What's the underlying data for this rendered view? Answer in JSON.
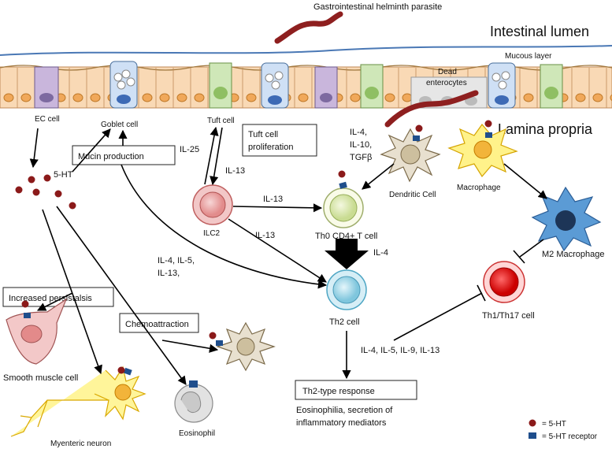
{
  "title": "",
  "regions": {
    "lumen": "Intestinal lumen",
    "mucous": "Mucous layer",
    "lamina": "Lamina propria"
  },
  "parasite_label": "Gastrointestinal helminth parasite",
  "dead_enterocytes": [
    "Dead",
    "enterocytes"
  ],
  "cells": {
    "ec_cell": "EC cell",
    "goblet": "Goblet cell",
    "tuft": "Tuft cell",
    "ilc2": "ILC2",
    "th0": "Th0 CD4+ T cell",
    "th2": "Th2 cell",
    "dendritic": "Dendritic Cell",
    "macrophage": "Macrophage",
    "m2": "M2 Macrophage",
    "th1": "Th1/Th17 cell",
    "smooth": "Smooth muscle cell",
    "neuron": "Myenteric neuron",
    "eosinophil": "Eosinophil"
  },
  "boxes": {
    "mucin": "Mucin production",
    "tuft_prolif": [
      "Tuft cell",
      "proliferation"
    ],
    "peristalsis": "Increased persistalsis",
    "chemo": "Chemoattraction",
    "th2_response": "Th2-type response"
  },
  "labels": {
    "ht": "5-HT",
    "il25": "IL-25",
    "il13_a": "IL-13",
    "il13_b": "IL-13",
    "il13_c": "IL-13",
    "il4": "IL-4",
    "dc_cytokines": [
      "IL-4,",
      "IL-10,",
      "TGFβ"
    ],
    "ilc2_cytokines": [
      "IL-4, IL-5,",
      "IL-13,"
    ],
    "th2_cytokines": "IL-4, IL-5, IL-9, IL-13"
  },
  "response_text": [
    "Eosinophilia, secretion of",
    "inflammatory mediators"
  ],
  "legend": [
    {
      "label": "= 5-HT",
      "icon": "serotonin-dot",
      "color": "#8b1a1a"
    },
    {
      "label": "= 5-HT receptor",
      "icon": "receptor-square",
      "color": "#1f4e8c"
    }
  ]
}
